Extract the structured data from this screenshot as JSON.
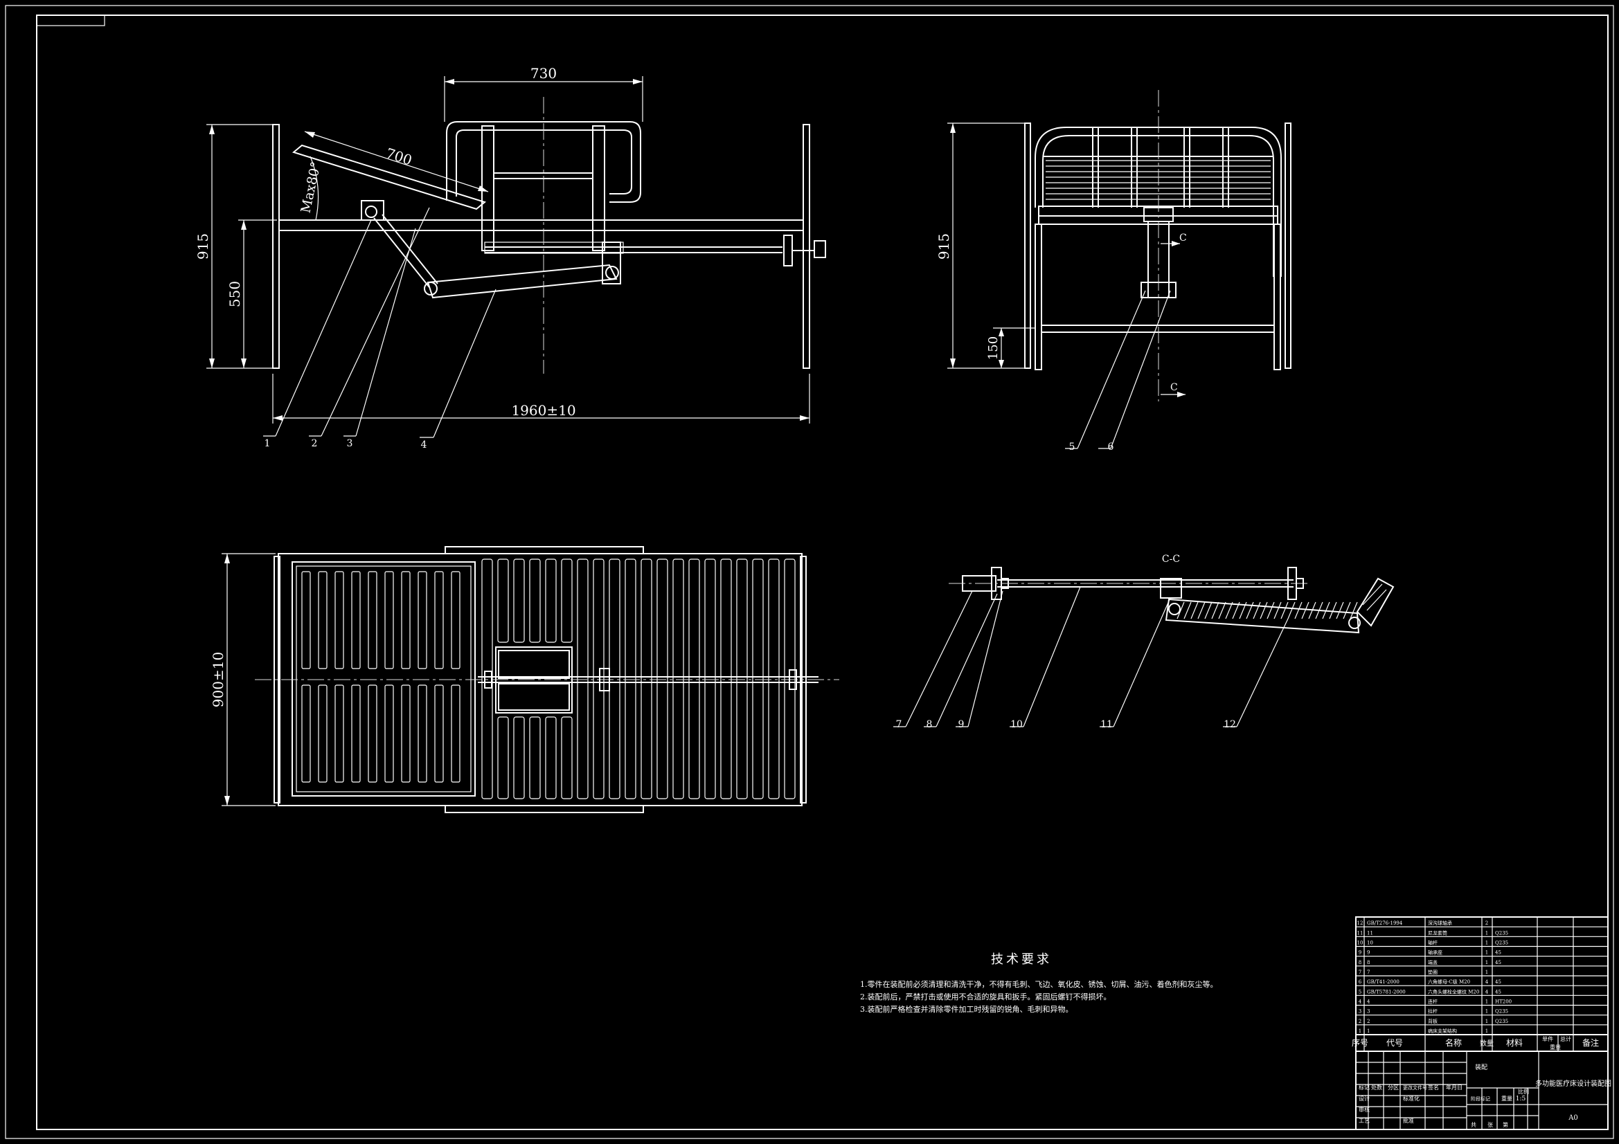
{
  "dimensions": {
    "front": {
      "width_top": "730",
      "arm_length": "700",
      "angle": "Max80°",
      "height": "915",
      "seat_height": "550",
      "total_length": "1960±10"
    },
    "side": {
      "height": "915",
      "ground_clearance": "150",
      "section_mark": "C"
    },
    "top": {
      "width": "900±10"
    },
    "section": {
      "title": "C-C"
    }
  },
  "leaders": {
    "front": [
      "1",
      "2",
      "3",
      "4"
    ],
    "side": [
      "5",
      "6"
    ],
    "section": [
      "7",
      "8",
      "9",
      "10",
      "11",
      "12"
    ]
  },
  "tech": {
    "title": "技术要求",
    "lines": [
      "1.零件在装配前必须清理和清洗干净，不得有毛刺、飞边、氧化皮、锈蚀、切屑、油污、着色剂和灰尘等。",
      "2.装配前后，严禁打击或使用不合适的旋具和扳手。紧固后螺钉不得损坏。",
      "3.装配前严格检查并清除零件加工时残留的锐角、毛刺和异物。"
    ]
  },
  "bom": {
    "rows": [
      {
        "no": "12",
        "code": "GB/T276-1994",
        "name": "深沟球轴承",
        "qty": "2",
        "material": ""
      },
      {
        "no": "11",
        "code": "11",
        "name": "尼龙套筒",
        "qty": "1",
        "material": "Q235"
      },
      {
        "no": "10",
        "code": "10",
        "name": "轴杆",
        "qty": "1",
        "material": "Q235"
      },
      {
        "no": "9",
        "code": "9",
        "name": "轴承座",
        "qty": "1",
        "material": "45"
      },
      {
        "no": "8",
        "code": "8",
        "name": "端盖",
        "qty": "1",
        "material": "45"
      },
      {
        "no": "7",
        "code": "7",
        "name": "垫圈",
        "qty": "1",
        "material": ""
      },
      {
        "no": "6",
        "code": "GB/T41-2000",
        "name": "六角螺母-C级 M20",
        "qty": "4",
        "material": "45"
      },
      {
        "no": "5",
        "code": "GB/T5781-2000",
        "name": "六角头螺栓全螺纹 M20",
        "qty": "4",
        "material": "45"
      },
      {
        "no": "4",
        "code": "4",
        "name": "连杆",
        "qty": "1",
        "material": "HT200"
      },
      {
        "no": "3",
        "code": "3",
        "name": "拉杆",
        "qty": "1",
        "material": "Q235"
      },
      {
        "no": "2",
        "code": "2",
        "name": "背板",
        "qty": "1",
        "material": "Q235"
      },
      {
        "no": "1",
        "code": "1",
        "name": "病床支架结构",
        "qty": "1",
        "material": ""
      }
    ],
    "header": [
      "序号",
      "代号",
      "名称",
      "数量",
      "材料",
      "单件",
      "总计",
      "重量",
      "备注"
    ]
  },
  "titleblock": {
    "label": "装配",
    "drawing_title": "多功能医疗床设计装配图",
    "labels": [
      "标记",
      "处数",
      "分区",
      "更改文件号",
      "签名",
      "年月日",
      "设计",
      "标准化",
      "审核",
      "工艺",
      "批准",
      "阶段标记",
      "重量",
      "比例",
      "共",
      "张",
      "第"
    ],
    "scale": "1:5",
    "sheet": "A0"
  }
}
